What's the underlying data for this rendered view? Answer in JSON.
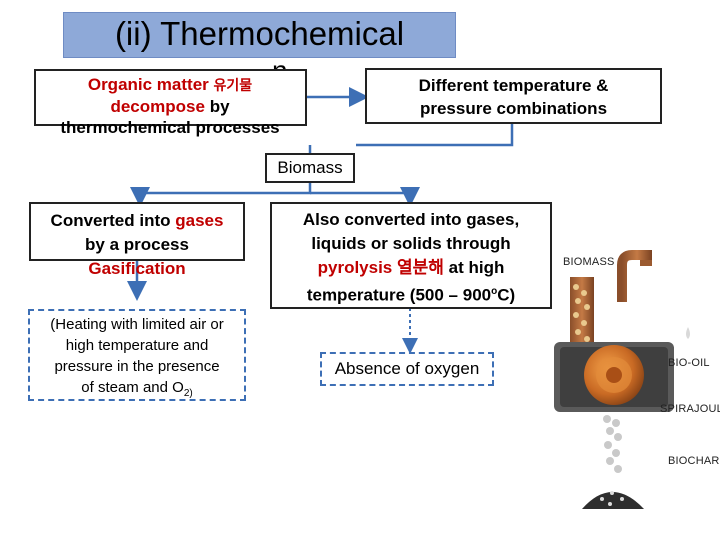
{
  "title": {
    "line1": "(ii) Thermochemical",
    "tail": "n"
  },
  "left_top_box": {
    "w1": "Organic matter",
    "w2": "유기물",
    "w3": "decompose",
    "w4": "by",
    "w5": "thermochemical processes"
  },
  "right_top_box": {
    "line1": "Different temperature &",
    "line2": "pressure combinations"
  },
  "biomass_box": {
    "label": "Biomass"
  },
  "gasification_box": {
    "line1": "Converted into",
    "line1_red": "gases",
    "line2": "by a process",
    "line3_red": "Gasification"
  },
  "pyrolysis_box": {
    "line1": "Also converted into gases,",
    "line2": "liquids or solids through",
    "w_red1": "pyrolysis",
    "w_red2": "열분해",
    "w_tail": "at high",
    "line4a": "temperature (500 – 900",
    "line4sup": "o",
    "line4b": "C)"
  },
  "heating_box": {
    "line1": "(Heating with limited air or",
    "line2": "high temperature and",
    "line3": "pressure in the presence",
    "line4": "of steam and O",
    "line4sub": "2)"
  },
  "oxygen_box": {
    "label": "Absence of oxygen"
  },
  "illustration": {
    "biomass": "BIOMASS",
    "bio_oil": "BIO-OIL",
    "spirajoule": "SPIRAJOULE",
    "biochar": "BIOCHAR"
  },
  "colors": {
    "title_bg": "#8ea9d8",
    "arrow": "#3d6fb5",
    "emphasis": "#c00000"
  }
}
